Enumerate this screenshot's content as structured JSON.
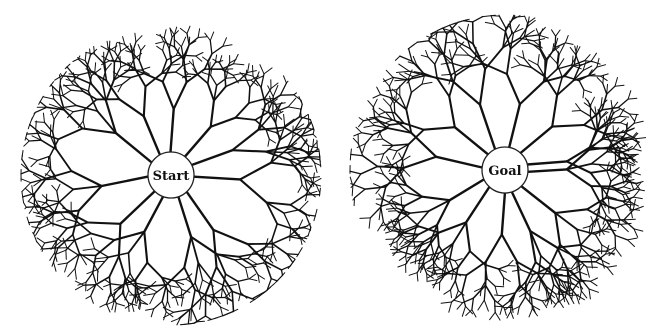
{
  "figure": {
    "trees": [
      {
        "id": "start-tree",
        "label": "Start",
        "seed": 17,
        "primary_branches": 11
      },
      {
        "id": "goal-tree",
        "label": "Goal",
        "seed": 53,
        "primary_branches": 12
      }
    ],
    "colors": {
      "branch": "#111111",
      "node_border": "#222222",
      "node_fill": "#ffffff",
      "background": "#ffffff"
    }
  }
}
